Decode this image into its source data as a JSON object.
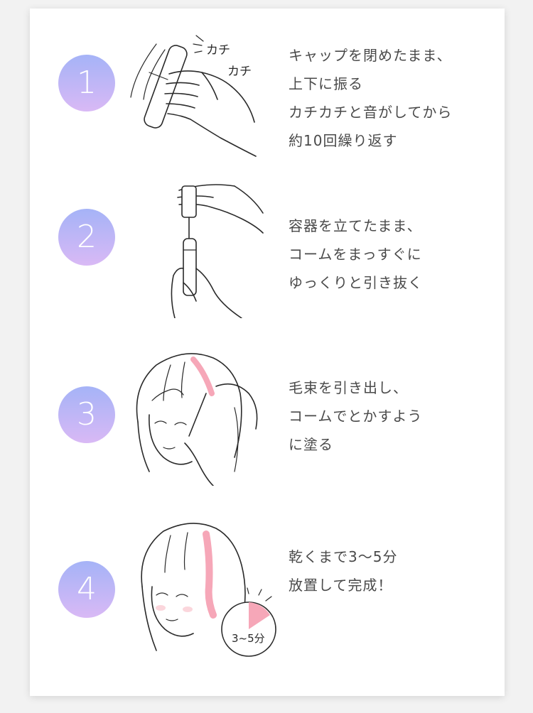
{
  "colors": {
    "badge_top": "#a5b3f7",
    "badge_bottom": "#d9b9f5",
    "accent_pink": "#f6a7b8",
    "text": "#4a4a4a"
  },
  "steps": [
    {
      "number": "1",
      "illustration": "hand-shaking-mascara-icon",
      "illustration_text": [
        "カチ",
        "カチ"
      ],
      "lines": [
        "キャップを閉めたまま、",
        "上下に振る",
        "カチカチと音がしてから",
        "約10回繰り返す"
      ]
    },
    {
      "number": "2",
      "illustration": "hands-pulling-wand-icon",
      "lines": [
        "容器を立てたまま、",
        "コームをまっすぐに",
        "ゆっくりと引き抜く"
      ]
    },
    {
      "number": "3",
      "illustration": "woman-combing-hair-icon",
      "lines": [
        "毛束を引き出し、",
        "コームでとかすよう",
        "に塗る"
      ]
    },
    {
      "number": "4",
      "illustration": "woman-with-timer-icon",
      "timer_label": "3~5分",
      "lines": [
        "乾くまで3〜5分",
        "放置して完成！"
      ]
    }
  ]
}
